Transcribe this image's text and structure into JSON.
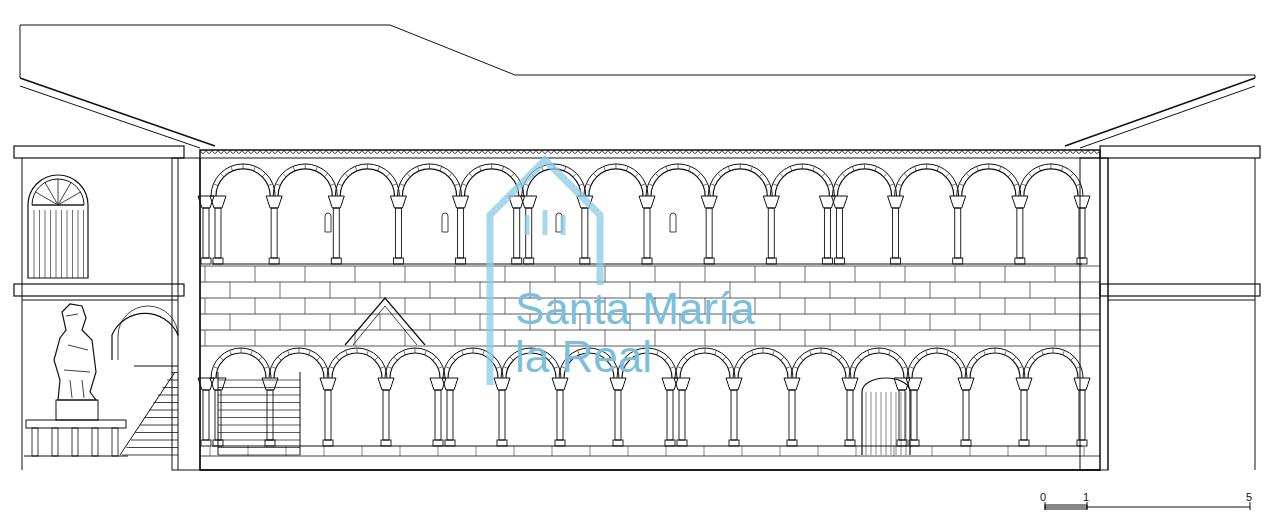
{
  "diagram": {
    "labels": [
      "Santa María",
      "la Real",
      "0",
      "1",
      "5"
    ]
  }
}
